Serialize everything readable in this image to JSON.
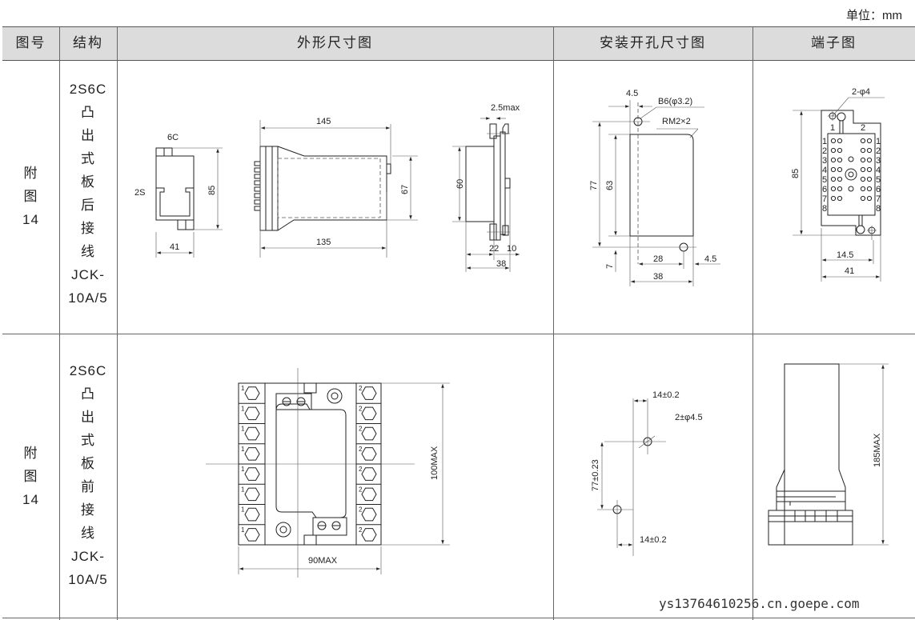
{
  "unit_label": "单位：mm",
  "headers": [
    "图号",
    "结构",
    "外形尺寸图",
    "安装开孔尺寸图",
    "端子图"
  ],
  "rows": [
    {
      "figure": [
        "附",
        "图",
        "14"
      ],
      "structure": [
        "2S6C",
        "凸",
        "出",
        "式",
        "板",
        "后",
        "接",
        "线",
        "JCK-",
        "10A/5"
      ],
      "outline_dims": {
        "top_label": "6C",
        "side_label": "2S",
        "height": "85",
        "width": "41",
        "length_total": "145",
        "length_body": "135",
        "body_height": "67",
        "panel_height": "60",
        "flange_gap": "2.5max",
        "depth_front": "22",
        "depth_back": "10",
        "depth_total": "38"
      },
      "cutout_dims": {
        "offset_top": "4.5",
        "hole_spec": "B6(φ3.2)",
        "corner": "RM2×2",
        "height_outer": "77",
        "height_inner": "63",
        "offset_bottom": "7",
        "hole_spacing": "28",
        "offset_right": "4.5",
        "width": "38"
      },
      "terminal": {
        "hole_spec": "2-φ4",
        "col_labels": [
          "1",
          "2"
        ],
        "row_labels": [
          "1",
          "2",
          "3",
          "4",
          "5",
          "6",
          "7",
          "8"
        ],
        "height": "85",
        "half_width": "14.5",
        "width": "41"
      }
    },
    {
      "figure": [
        "附",
        "图",
        "14"
      ],
      "structure": [
        "2S6C",
        "凸",
        "出",
        "式",
        "板",
        "前",
        "接",
        "线",
        "JCK-",
        "10A/5"
      ],
      "outline_dims": {
        "height": "100MAX",
        "width": "90MAX",
        "left_terminal_label": "1",
        "right_terminal_label": "2"
      },
      "cutout_dims": {
        "offset_top": "14±0.2",
        "hole_spec": "2±φ4.5",
        "spacing": "77±0.23",
        "offset_bottom": "14±0.2"
      },
      "terminal": {
        "height": "185MAX"
      }
    }
  ],
  "watermark": "ys13764610256.cn.goepe.com"
}
